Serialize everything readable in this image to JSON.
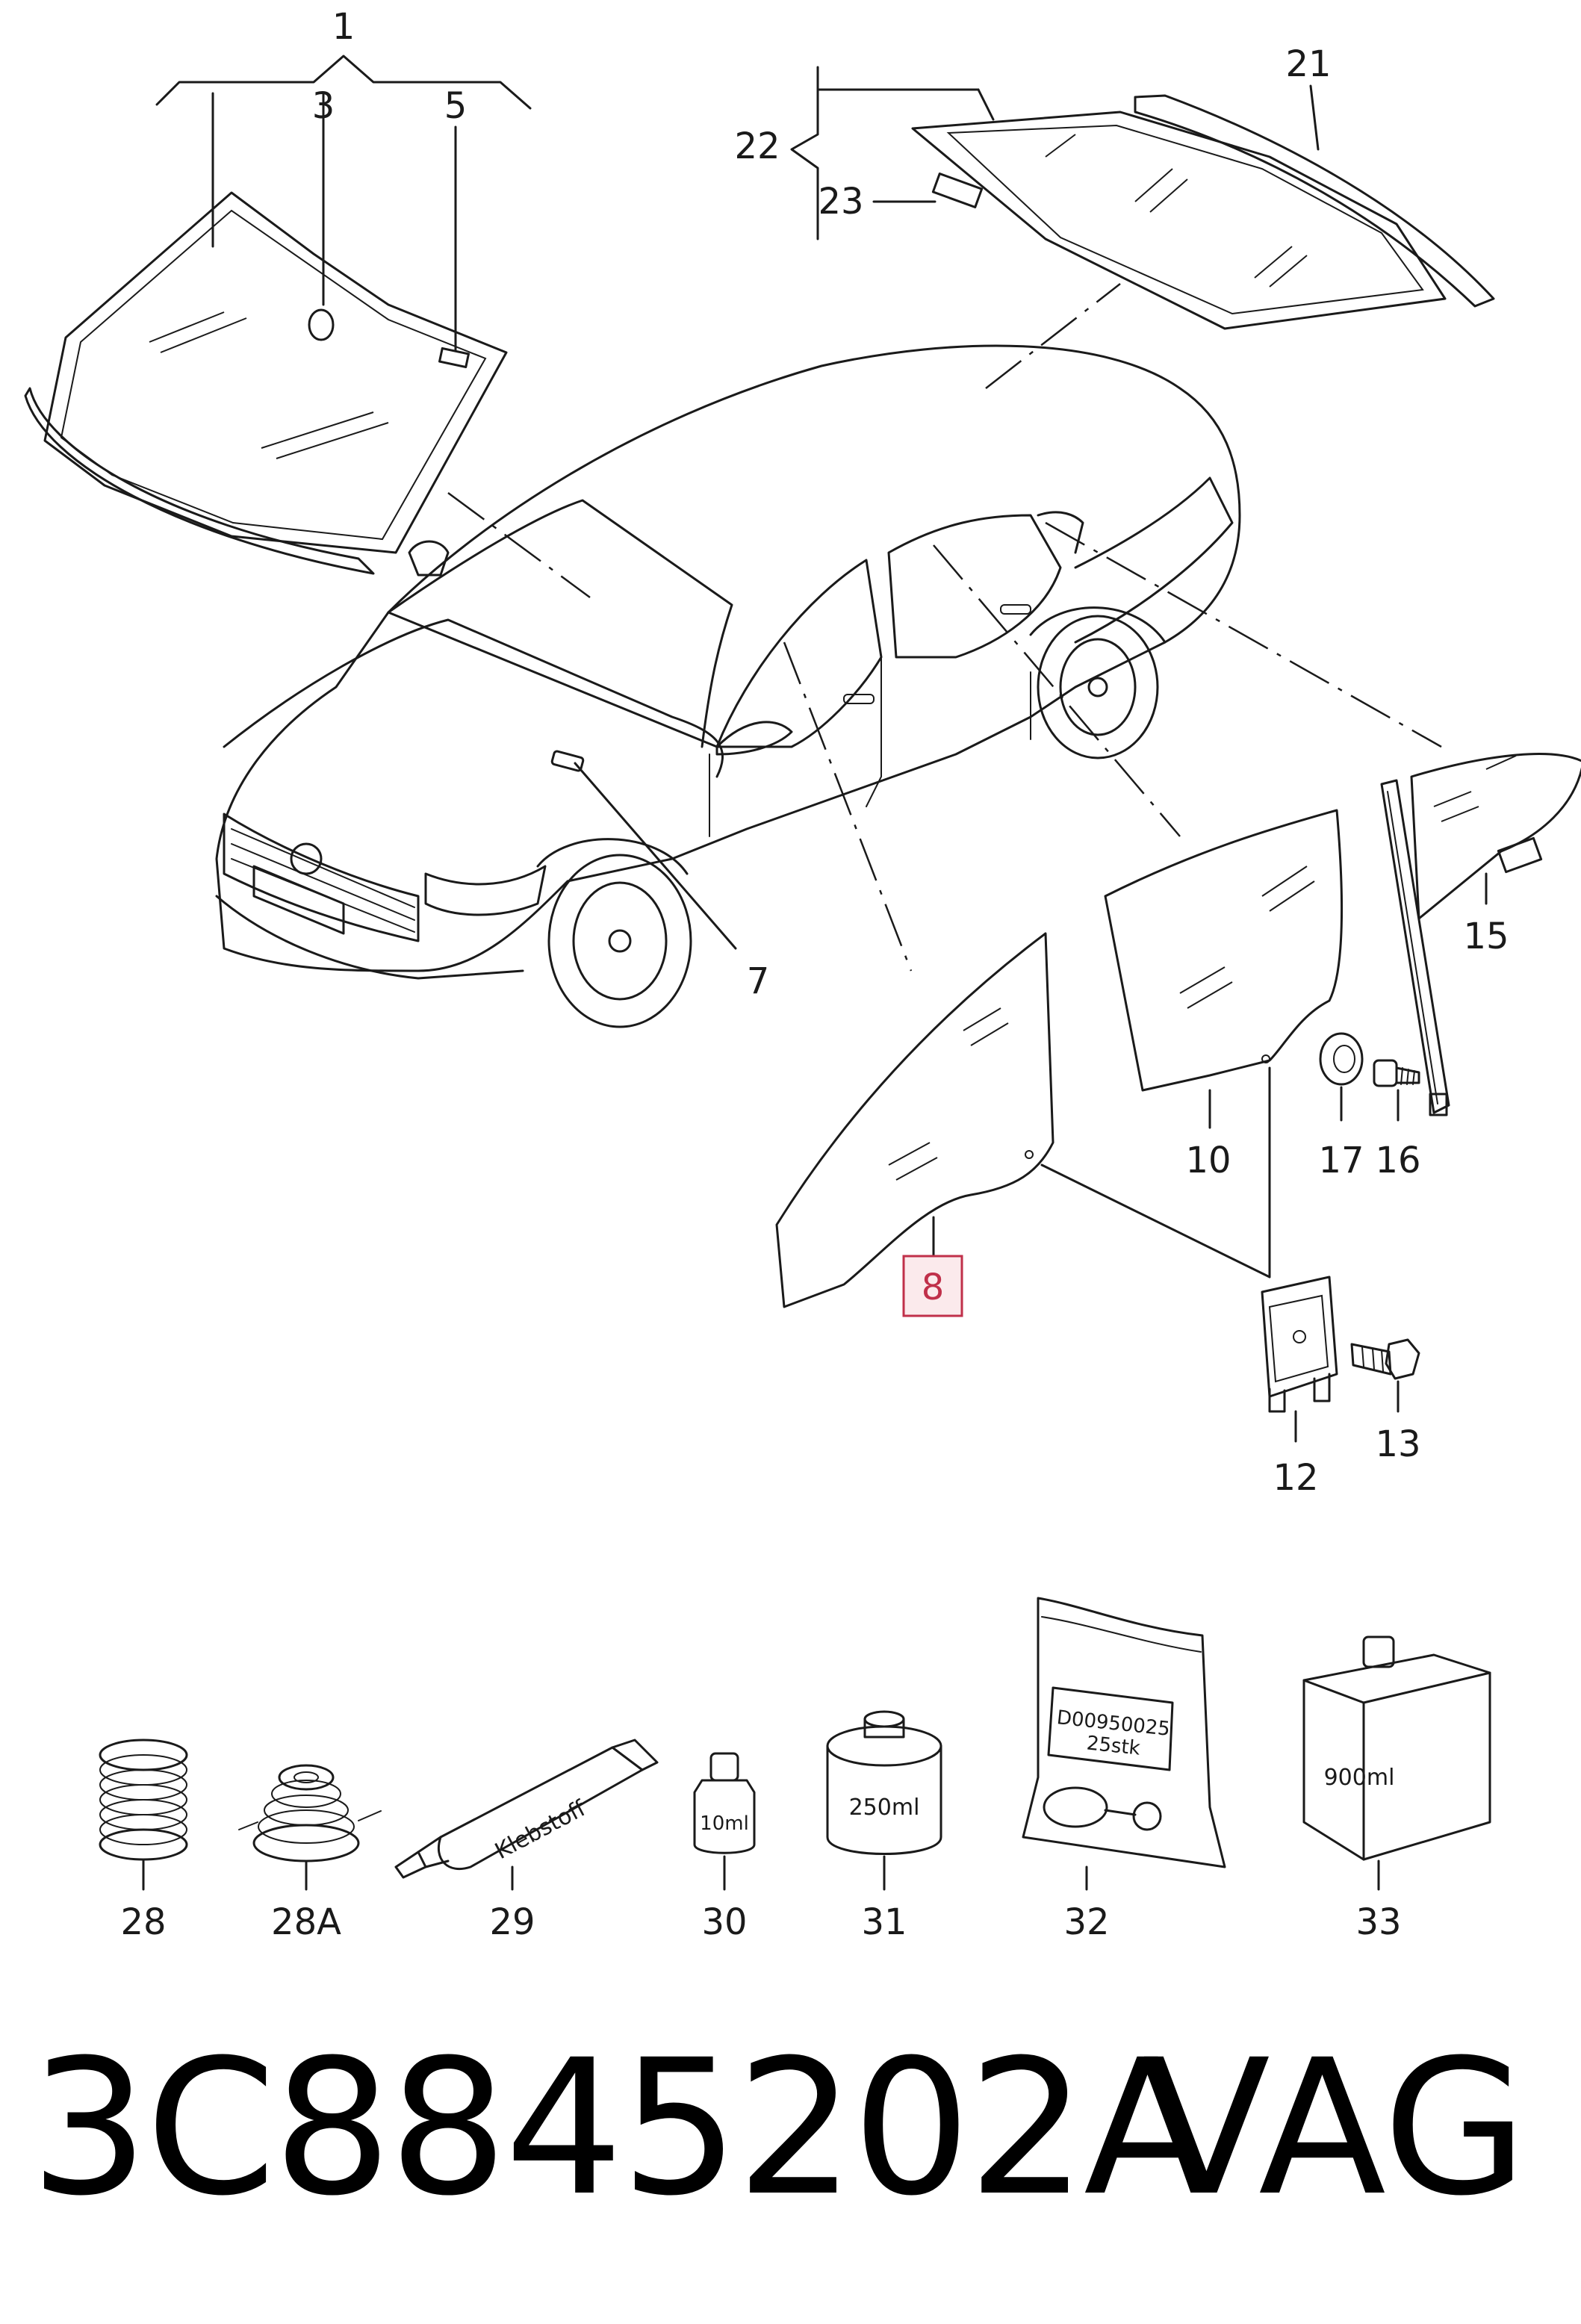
{
  "diagram": {
    "callouts": {
      "c1": "1",
      "c3": "3",
      "c5": "5",
      "c7": "7",
      "c8": "8",
      "c10": "10",
      "c12": "12",
      "c13": "13",
      "c15": "15",
      "c16": "16",
      "c17": "17",
      "c21": "21",
      "c22": "22",
      "c23": "23",
      "c28": "28",
      "c28a": "28A",
      "c29": "29",
      "c30": "30",
      "c31": "31",
      "c32": "32",
      "c33": "33"
    },
    "highlight_color": "#c0304a",
    "items": {
      "tube_label": "Klebstoff",
      "bottle_small_label": "10ml",
      "can_label": "250ml",
      "bag_code": "D00950025",
      "bag_qty": "25stk",
      "box_label": "900ml"
    }
  },
  "footer": {
    "part_number": "3C8845202A",
    "brand": "VAG"
  }
}
